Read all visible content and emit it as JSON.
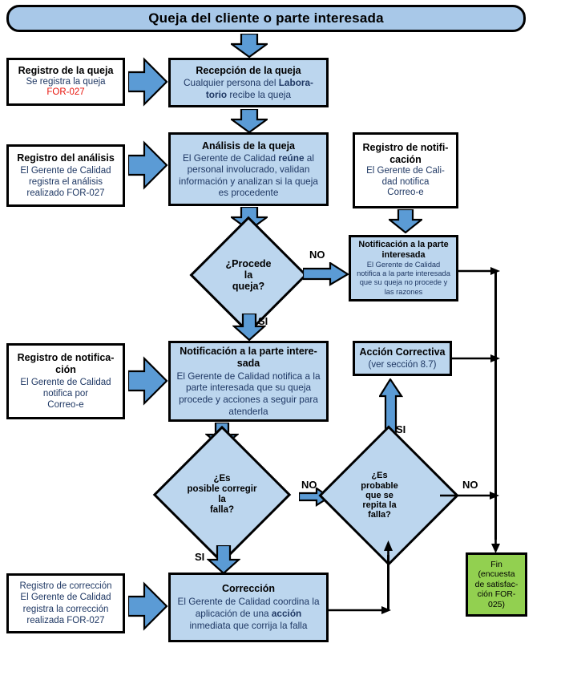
{
  "title_bar": {
    "text": "Queja del cliente o parte interesada"
  },
  "colors": {
    "process_fill": "#bcd6ee",
    "header_fill": "#a8c8e8",
    "terminator_fill": "#92d050",
    "record_fill": "#ffffff",
    "body_text": "#1f3864",
    "accent_red": "#e8140c",
    "arrow_blue": "#5b9bd5",
    "outline": "#000000"
  },
  "records": {
    "queja": {
      "title": "Registro de la queja",
      "line1": "Se registra la queja",
      "form": "FOR-027"
    },
    "analisis": {
      "title": "Registro del análisis",
      "line1": "El Gerente de Calidad",
      "line2": "registra el análisis",
      "line3": "realizado FOR-027"
    },
    "notificacion_der": {
      "title": "Registro de notifi-",
      "title2": "cación",
      "line1": "El Gerente de Cali-",
      "line2": "dad notifica",
      "line3": "Correo-e"
    },
    "notificacion_izq": {
      "title": "Registro de notifica-",
      "title2": "ción",
      "line1": "El Gerente de Calidad",
      "line2": "notifica por",
      "line3": "Correo-e"
    },
    "correccion": {
      "line1": "Registro de corrección",
      "line2": "El Gerente de Calidad",
      "line3": "registra la corrección",
      "line4": "realizada FOR-027"
    }
  },
  "processes": {
    "recepcion": {
      "title": "Recepción de la queja",
      "body_a": "Cualquier persona del ",
      "body_b": "Labora-",
      "body_c": "torio",
      "body_d": " recibe la queja"
    },
    "analisis": {
      "title": "Análisis de la queja",
      "body_a": "El Gerente de Calidad ",
      "body_b": "reúne",
      "body_c": " al personal involucrado, validan información y analizan si la queja es procedente"
    },
    "notif_no": {
      "title": "Notificación a la parte",
      "title2": "interesada",
      "body": "El Gerente de Calidad notifica a la parte interesada que su queja no procede y las razones"
    },
    "notif_si": {
      "title": "Notificación a la parte intere-",
      "title2": "sada",
      "body": "El Gerente de Calidad notifica a la parte interesada que su queja procede y acciones a seguir para atenderla"
    },
    "accion_correctiva": {
      "title": "Acción Correctiva",
      "subtitle": "(ver sección 8.7)"
    },
    "correccion": {
      "title": "Corrección",
      "body_a": "El Gerente de Calidad coordina la aplicación de una ",
      "body_b": "acción",
      "body_c": " inmediata que corrija la falla"
    }
  },
  "decisions": {
    "procede": {
      "l1": "¿Procede",
      "l2": "la",
      "l3": "queja?"
    },
    "corregir": {
      "l1": "¿Es",
      "l2": "posible corregir",
      "l3": "la",
      "l4": "falla?"
    },
    "repita": {
      "l1": "¿Es",
      "l2": "probable",
      "l3": "que se",
      "l4": "repita la",
      "l5": "falla?"
    }
  },
  "terminator": {
    "l1": "Fin",
    "l2": "(encuesta",
    "l3": "de satisfac-",
    "l4": "ción FOR-",
    "l5": "025)"
  },
  "edge_labels": {
    "procede_no": "NO",
    "procede_si": "SI",
    "corregir_no": "NO",
    "corregir_si": "SI",
    "repita_no": "NO",
    "repita_si": "SI"
  }
}
